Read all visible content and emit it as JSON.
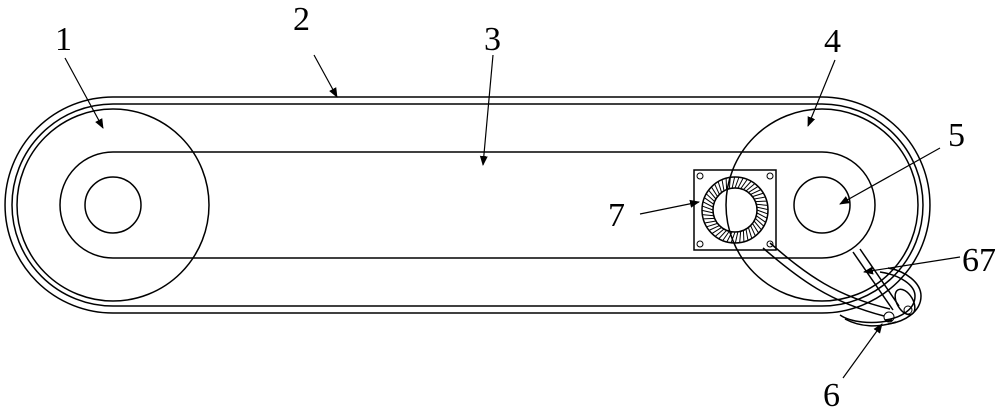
{
  "labels": {
    "l1": "1",
    "l2": "2",
    "l3": "3",
    "l4": "4",
    "l5": "5",
    "l6": "6",
    "l7": "7",
    "l67": "67"
  }
}
